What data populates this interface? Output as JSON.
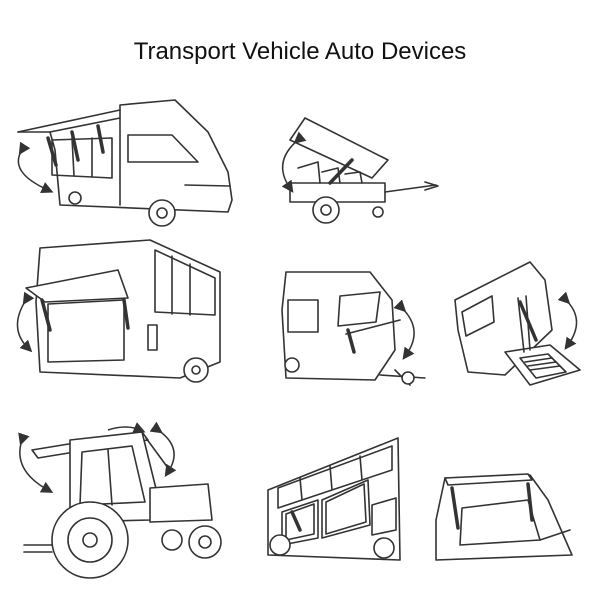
{
  "title": "Transport Vehicle Auto Devices",
  "colors": {
    "strut": "#3fa34d",
    "line": "#333333",
    "background": "#ffffff"
  },
  "illustrations": [
    {
      "name": "food-truck-awning"
    },
    {
      "name": "utility-trailer-tipping-lid"
    },
    {
      "name": "bus-rear-hatch"
    },
    {
      "name": "caravan-rear-window"
    },
    {
      "name": "van-wheelchair-lift-ramp"
    },
    {
      "name": "tractor-cab-roof-and-window"
    },
    {
      "name": "coach-luggage-compartment-door"
    },
    {
      "name": "car-tailgate"
    }
  ]
}
